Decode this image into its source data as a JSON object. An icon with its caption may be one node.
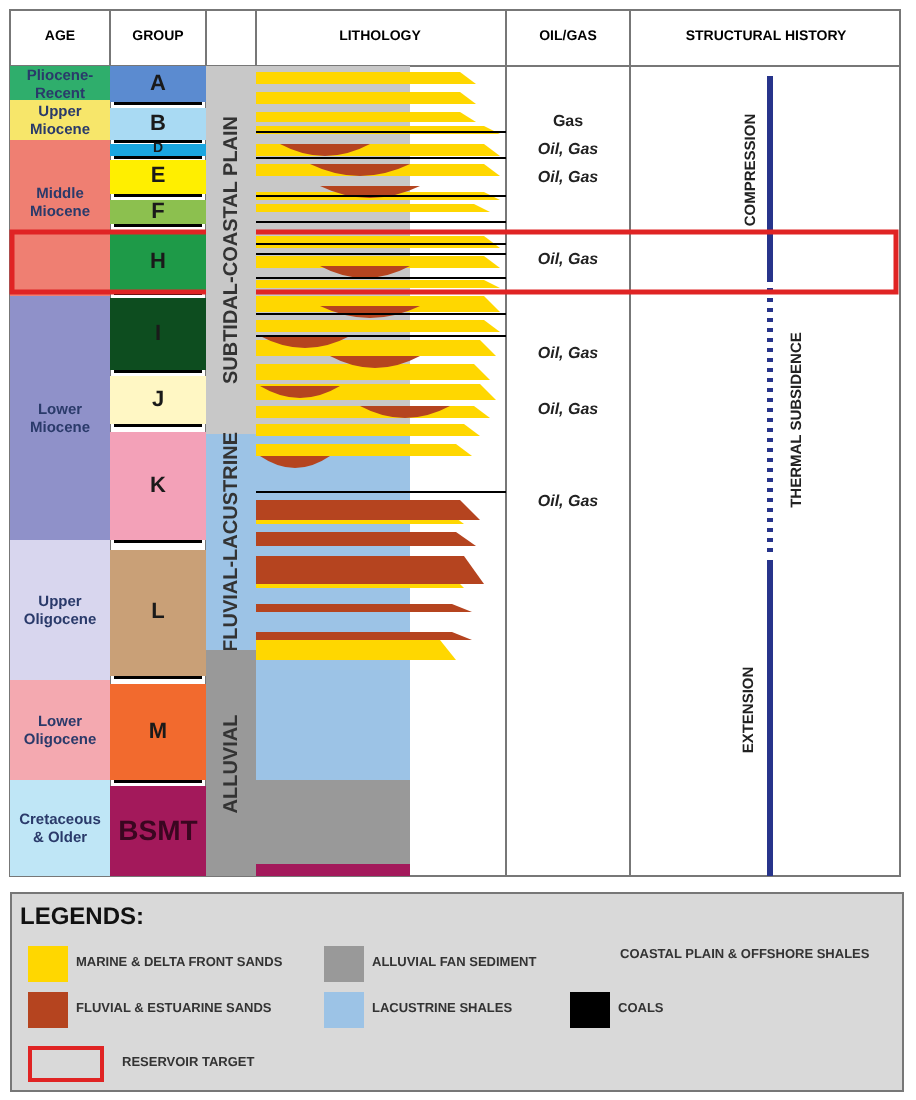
{
  "diagram": {
    "nodes": [
      {
        "text": [
          "Pliocene-Recent"
        ]
      },
      {
        "text": [
          "Upper Miocene"
        ]
      },
      {
        "text": [
          "Middle Miocene"
        ]
      },
      {
        "text": [
          "Lower Miocene"
        ]
      },
      {
        "text": [
          "Upper Oligocene"
        ]
      },
      {
        "text": [
          "Lower Oligocene"
        ]
      },
      {
        "text": [
          "Cretaceous & Older"
        ]
      },
      {
        "text": [
          "A"
        ]
      },
      {
        "text": [
          "B"
        ]
      },
      {
        "text": [
          "D"
        ]
      },
      {
        "text": [
          "E"
        ]
      },
      {
        "text": [
          "F"
        ]
      },
      {
        "text": [
          "H"
        ]
      },
      {
        "text": [
          "I"
        ]
      },
      {
        "text": [
          "J"
        ]
      },
      {
        "text": [
          "K"
        ]
      },
      {
        "text": [
          "L"
        ]
      },
      {
        "text": [
          "M"
        ]
      },
      {
        "text": [
          "BSMT"
        ]
      },
      {
        "text": [
          "SUBTIDAL-COASTAL PLAIN"
        ]
      },
      {
        "text": [
          "FLUVIAL-LACUSTRINE"
        ]
      },
      {
        "text": [
          "ALLUVIAL"
        ]
      }
    ],
    "edges": [],
    "labels": [
      "AGE",
      "GROUP",
      "LITHOLOGY",
      "OIL/GAS",
      "STRUCTURAL HISTORY",
      "Gas",
      "Oil, Gas",
      "Oil, Gas",
      "Oil, Gas",
      "Oil, Gas",
      "Oil, Gas",
      "Oil, Gas",
      "COMPRESSION",
      "THERMAL SUBSIDENCE",
      "EXTENSION",
      "LEGENDS:"
    ],
    "legend": [
      {
        "text": "MARINE & DELTA FRONT SANDS",
        "color": "#ffd700"
      },
      {
        "text": "ALLUVIAL FAN SEDIMENT",
        "color": "#999999"
      },
      {
        "text": "COASTAL PLAIN & OFFSHORE SHALES"
      },
      {
        "text": "FLUVIAL & ESTUARINE SANDS",
        "color": "#b5441f"
      },
      {
        "text": "LACUSTRINE SHALES",
        "color": "#9cc3e6"
      },
      {
        "text": "COALS",
        "color": "#000000"
      },
      {
        "text": "RESERVOIR TARGET"
      }
    ]
  }
}
